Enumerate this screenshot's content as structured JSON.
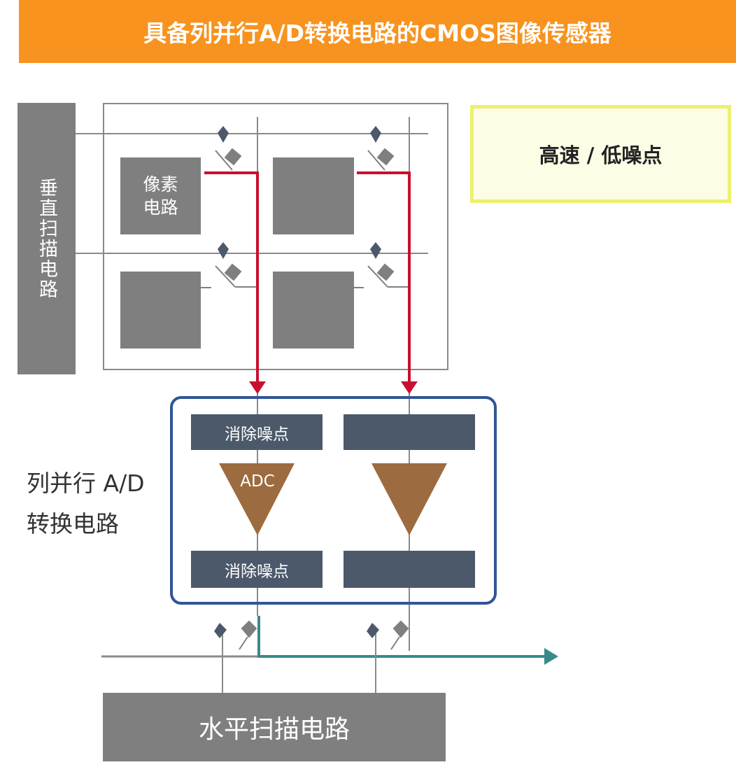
{
  "title": "具备列并行A/D转换电路的CMOS图像传感器",
  "vertical_scan": "垂直扫描电路",
  "pixel_circuit": [
    "像素",
    "电路"
  ],
  "feature": "高速 / 低噪点",
  "adc_block": {
    "label_line1": "列并行 A/D",
    "label_line2": "转换电路",
    "noise_cancel": "消除噪点",
    "adc": "ADC"
  },
  "horizontal_scan": "水平扫描电路",
  "colors": {
    "title": "#f7931e",
    "signal": "#c8102e",
    "output": "#3a8a8a",
    "adc_border": "#2f5597",
    "adc": "#9c6b3f"
  }
}
